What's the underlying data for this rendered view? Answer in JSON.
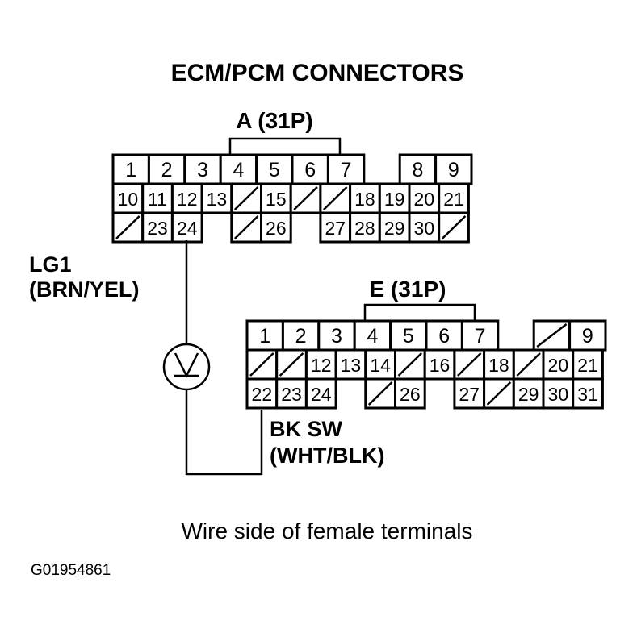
{
  "title": "ECM/PCM CONNECTORS",
  "connectors": {
    "a": {
      "label": "A (31P)",
      "rows": [
        [
          "1",
          "2",
          "3",
          "4",
          "5",
          "6",
          "7",
          null,
          "8",
          "9"
        ],
        [
          "10",
          "11",
          "12",
          "13",
          "/",
          "15",
          "/",
          "/",
          "18",
          "19",
          "20",
          "21"
        ],
        [
          "/",
          "23",
          "24",
          null,
          "/",
          "26",
          null,
          "27",
          "28",
          "29",
          "30",
          "/"
        ]
      ]
    },
    "e": {
      "label": "E (31P)",
      "rows": [
        [
          "1",
          "2",
          "3",
          "4",
          "5",
          "6",
          "7",
          null,
          "/",
          "9"
        ],
        [
          "/",
          "/",
          "12",
          "13",
          "14",
          "/",
          "16",
          "/",
          "18",
          "/",
          "20",
          "21"
        ],
        [
          "22",
          "23",
          "24",
          null,
          "/",
          "26",
          null,
          "27",
          "/",
          "29",
          "30",
          "31"
        ]
      ]
    }
  },
  "wires": {
    "lg1_name": "LG1",
    "lg1_color": "(BRN/YEL)",
    "bksw_name": "BK SW",
    "bksw_color": "(WHT/BLK)"
  },
  "caption": "Wire side of female terminals",
  "figure_id": "G01954861"
}
